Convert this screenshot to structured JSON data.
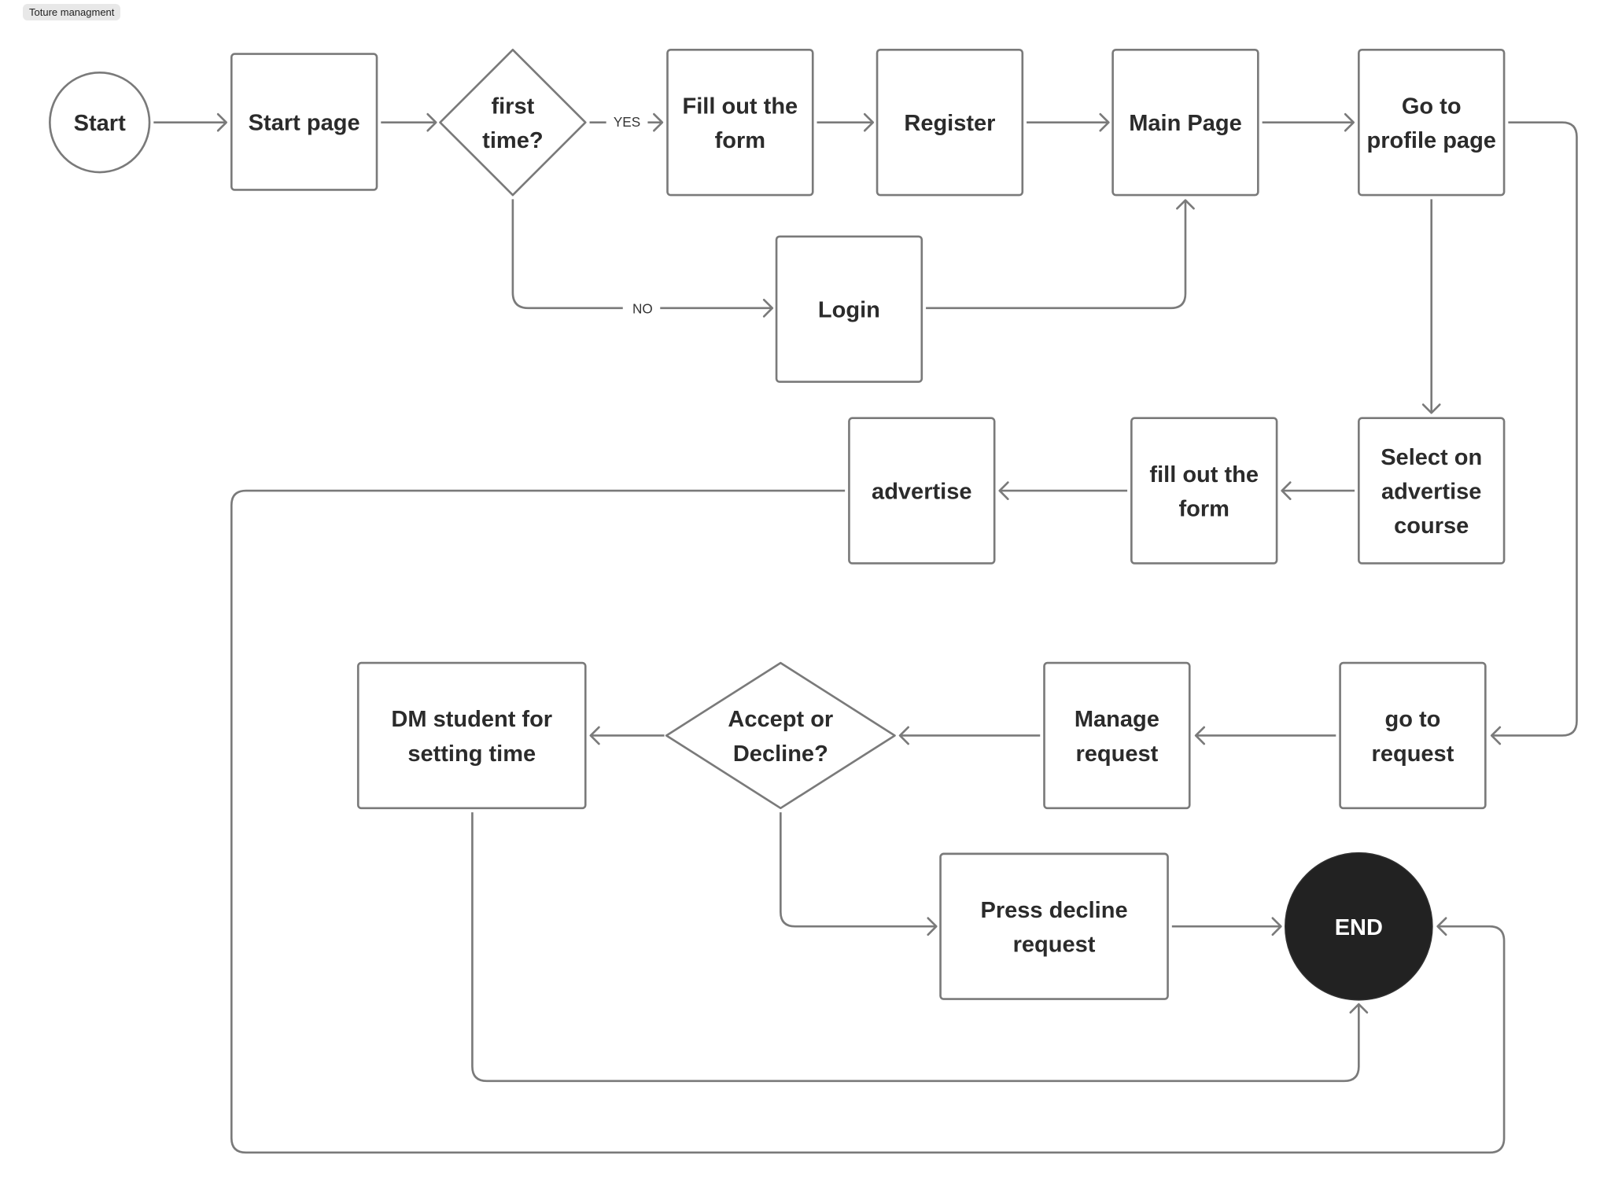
{
  "board": {
    "title": "Toture managment"
  },
  "colors": {
    "stroke": "#7a7a7a",
    "end_fill": "#222222",
    "text": "#2b2b2b"
  },
  "nodes": {
    "start": {
      "label": [
        "Start"
      ],
      "shape": "circle"
    },
    "start_page": {
      "label": [
        "Start page"
      ],
      "shape": "rect"
    },
    "first_time": {
      "label": [
        "first",
        "time?"
      ],
      "shape": "diamond"
    },
    "fill_form_1": {
      "label": [
        "Fill out the",
        "form"
      ],
      "shape": "rect"
    },
    "register": {
      "label": [
        "Register"
      ],
      "shape": "rect"
    },
    "main_page": {
      "label": [
        "Main Page"
      ],
      "shape": "rect"
    },
    "profile_page": {
      "label": [
        "Go to",
        "profile page"
      ],
      "shape": "rect"
    },
    "login": {
      "label": [
        "Login"
      ],
      "shape": "rect"
    },
    "select_advertise": {
      "label": [
        "Select on",
        "advertise",
        "course"
      ],
      "shape": "rect"
    },
    "fill_form_2": {
      "label": [
        "fill out the",
        "form"
      ],
      "shape": "rect"
    },
    "advertise": {
      "label": [
        "advertise"
      ],
      "shape": "rect"
    },
    "go_request": {
      "label": [
        "go to",
        "request"
      ],
      "shape": "rect"
    },
    "manage_request": {
      "label": [
        "Manage",
        "request"
      ],
      "shape": "rect"
    },
    "accept_decline": {
      "label": [
        "Accept or",
        "Decline?"
      ],
      "shape": "diamond"
    },
    "dm_student": {
      "label": [
        "DM student for",
        "setting time"
      ],
      "shape": "rect"
    },
    "press_decline": {
      "label": [
        "Press decline",
        "request"
      ],
      "shape": "rect"
    },
    "end": {
      "label": [
        "END"
      ],
      "shape": "circle-filled"
    }
  },
  "edges": [
    {
      "from": "start",
      "to": "start_page",
      "label": ""
    },
    {
      "from": "start_page",
      "to": "first_time",
      "label": ""
    },
    {
      "from": "first_time",
      "to": "fill_form_1",
      "label": "YES"
    },
    {
      "from": "first_time",
      "to": "login",
      "label": "NO"
    },
    {
      "from": "fill_form_1",
      "to": "register",
      "label": ""
    },
    {
      "from": "register",
      "to": "main_page",
      "label": ""
    },
    {
      "from": "login",
      "to": "main_page",
      "label": ""
    },
    {
      "from": "main_page",
      "to": "profile_page",
      "label": ""
    },
    {
      "from": "profile_page",
      "to": "select_advertise",
      "label": ""
    },
    {
      "from": "profile_page",
      "to": "go_request",
      "label": ""
    },
    {
      "from": "select_advertise",
      "to": "fill_form_2",
      "label": ""
    },
    {
      "from": "fill_form_2",
      "to": "advertise",
      "label": ""
    },
    {
      "from": "advertise",
      "to": "end",
      "label": ""
    },
    {
      "from": "go_request",
      "to": "manage_request",
      "label": ""
    },
    {
      "from": "manage_request",
      "to": "accept_decline",
      "label": ""
    },
    {
      "from": "accept_decline",
      "to": "dm_student",
      "label": ""
    },
    {
      "from": "accept_decline",
      "to": "press_decline",
      "label": ""
    },
    {
      "from": "press_decline",
      "to": "end",
      "label": ""
    },
    {
      "from": "dm_student",
      "to": "end",
      "label": ""
    }
  ]
}
